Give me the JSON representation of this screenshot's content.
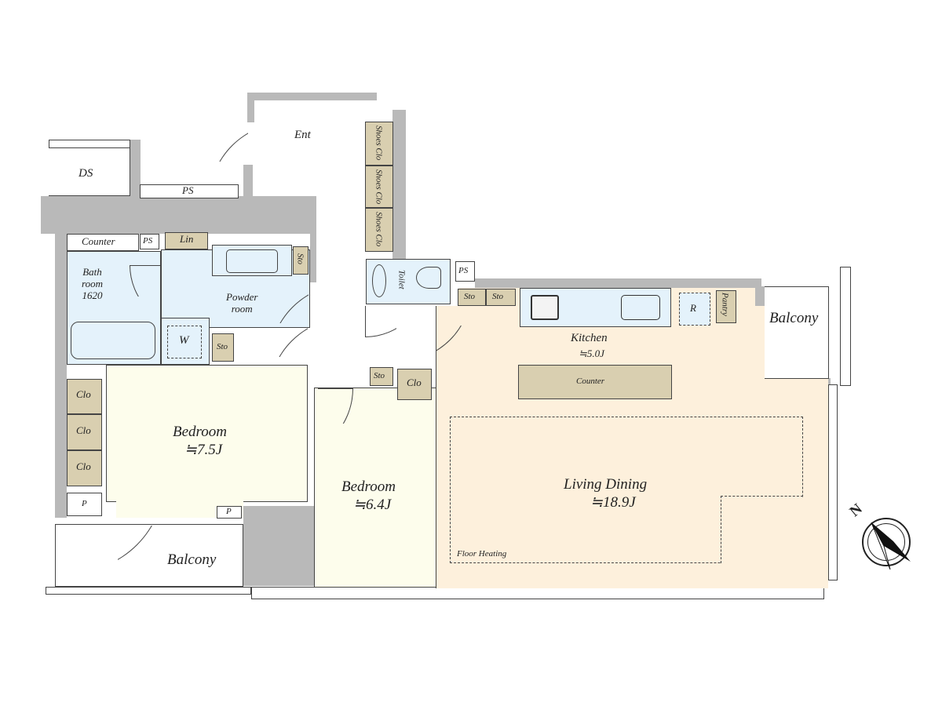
{
  "rooms": {
    "entrance": "Ent",
    "ds": "DS",
    "ps_top": "PS",
    "counter_bath": "Counter",
    "ps_bath": "PS",
    "linen": "Lin",
    "bathroom": "Bath\nroom\n1620",
    "powder_room": "Powder\nroom",
    "storage_powder": "Sto",
    "washer": "W",
    "storage_bedroom1": "Sto",
    "shoes_closets": [
      "Shoes Clo",
      "Shoes Clo",
      "Shoes Clo"
    ],
    "toilet": "Toilet",
    "ps_toilet": "PS",
    "storage_kitchen": [
      "Sto",
      "Sto"
    ],
    "refrigerator": "R",
    "pantry": "Pantry",
    "balcony_right": "Balcony",
    "kitchen": {
      "name": "Kitchen",
      "size": "≒5.0J"
    },
    "kitchen_counter": "Counter",
    "living_dining": {
      "name": "Living Dining",
      "size": "≒18.9J"
    },
    "floor_heating": "Floor Heating",
    "bedroom1": {
      "name": "Bedroom",
      "size": "≒7.5J"
    },
    "bedroom1_closets": [
      "Clo",
      "Clo",
      "Clo"
    ],
    "pipe_left": "P",
    "pipe_balcony": "P",
    "balcony_left": "Balcony",
    "bedroom2": {
      "name": "Bedroom",
      "size": "≒6.4J"
    },
    "storage_hall": "Sto",
    "closet_bedroom2": "Clo"
  },
  "compass": {
    "label": "N"
  },
  "colors": {
    "wall": "#b9b9b9",
    "wet": "#e4f2fb",
    "bedroom": "#fdfdec",
    "living": "#fdf0dc",
    "storage": "#d9cfb0"
  }
}
